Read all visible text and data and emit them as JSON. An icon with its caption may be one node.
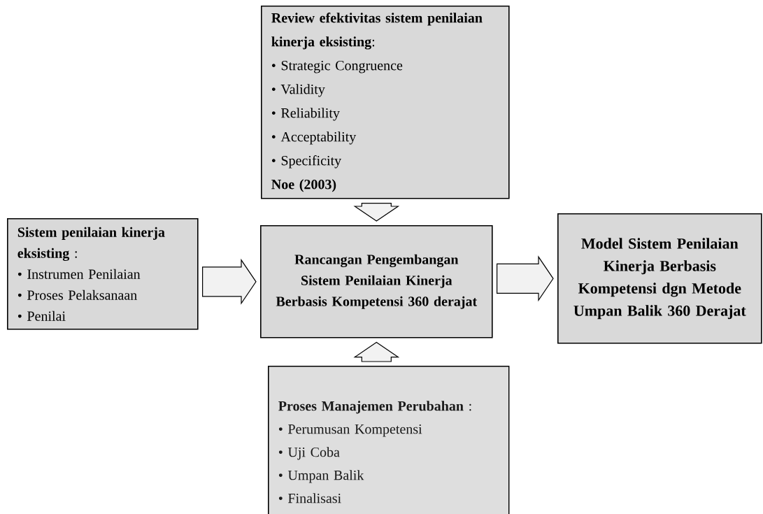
{
  "diagram": {
    "nodes": [
      {
        "text": [
          "**Review efektivitas sistem penilaian kinerja eksisting**:",
          "• Strategic Congruence",
          "• Validity",
          "• Reliability",
          "• Acceptability",
          "• Specificity",
          "Noe (2003)"
        ]
      },
      {
        "text": [
          "**Sistem penilaian kinerja eksisting** :",
          "• Instrumen Penilaian",
          "• Proses Pelaksanaan",
          "• Penilai"
        ]
      },
      {
        "text": [
          "Rancangan Pengembangan Sistem Penilaian Kinerja Berbasis Kompetensi 360 derajat"
        ]
      },
      {
        "text": [
          "Model Sistem Penilaian Kinerja Berbasis Kompetensi dgn Metode Umpan Balik 360 Derajat"
        ]
      },
      {
        "text": [
          "**Proses Manajemen Perubahan** :",
          "• Perumusan Kompetensi",
          "• Uji Coba",
          "• Umpan Balik",
          "• Finalisasi"
        ]
      }
    ],
    "edges": [
      {
        "from": 0,
        "to": 2,
        "arrow": "to"
      },
      {
        "from": 1,
        "to": 2,
        "arrow": "to"
      },
      {
        "from": 2,
        "to": 3,
        "arrow": "to"
      },
      {
        "from": 4,
        "to": 2,
        "arrow": "to"
      }
    ]
  }
}
